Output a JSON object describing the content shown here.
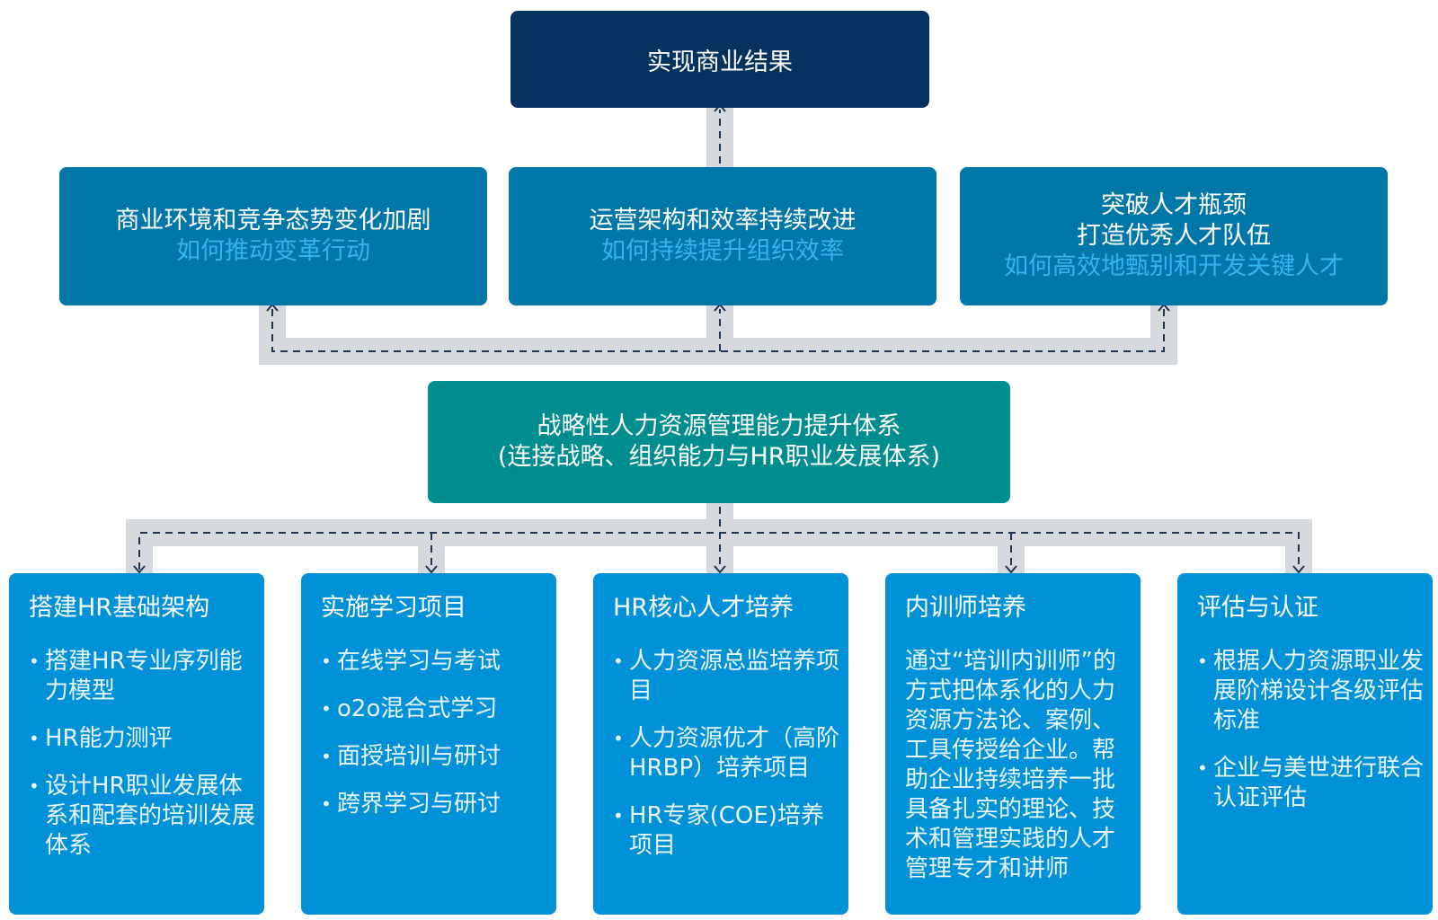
{
  "goal": "实现商业结果",
  "challenges": [
    {
      "lines": [
        "商业环境和竞争态势变化加剧"
      ],
      "question": "如何推动变革行动"
    },
    {
      "lines": [
        "运营架构和效率持续改进"
      ],
      "question": "如何持续提升组织效率"
    },
    {
      "lines": [
        "突破人才瓶颈",
        "打造优秀人才队伍"
      ],
      "question": "如何高效地甄别和开发关键人才"
    }
  ],
  "core": {
    "line1": "战略性人力资源管理能力提升体系",
    "line2": "(连接战略、组织能力与HR职业发展体系)"
  },
  "pillars": [
    {
      "title": "搭建HR基础架构",
      "items": [
        "搭建HR专业序列能力模型",
        "HR能力测评",
        "设计HR职业发展体系和配套的培训发展体系"
      ]
    },
    {
      "title": "实施学习项目",
      "items": [
        "在线学习与考试",
        "o2o混合式学习",
        "面授培训与研讨",
        "跨界学习与研讨"
      ]
    },
    {
      "title": "HR核心人才培养",
      "items": [
        "人力资源总监培养项目",
        "人力资源优才（高阶HRBP）培养项目",
        "HR专家(COE)培养项目"
      ]
    },
    {
      "title": "内训师培养",
      "description": "通过“培训内训师”的方式把体系化的人力资源方法论、案例、工具传授给企业。帮助企业持续培养一批具备扎实的理论、技术和管理实践的人才管理专才和讲师"
    },
    {
      "title": "评估与认证",
      "items": [
        "根据人力资源职业发展阶梯设计各级评估标准",
        "企业与美世进行联合认证评估"
      ]
    }
  ],
  "colors": {
    "goal_box": "#04335f",
    "challenge_box": "#0076a9",
    "question_text": "#35b4ec",
    "core_box": "#008d8f",
    "pillar_box": "#0091d8",
    "connector": "#d5d9de",
    "dash": "#1f3550"
  }
}
